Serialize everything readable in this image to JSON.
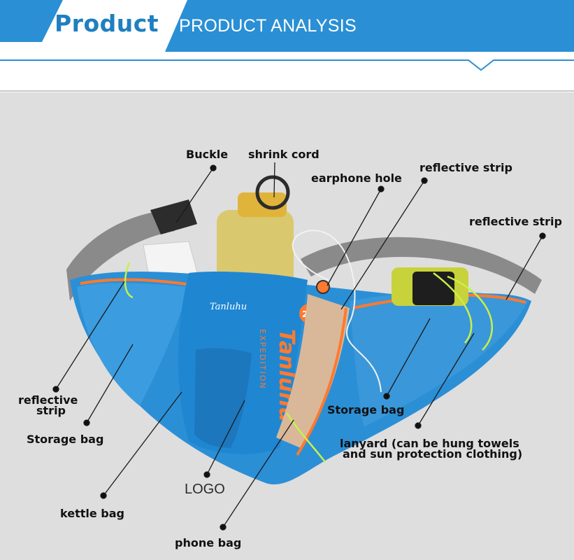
{
  "header": {
    "title": "Product",
    "subtitle": "PRODUCT ANALYSIS"
  },
  "labels": {
    "buckle": "Buckle",
    "shrink_cord": "shrink cord",
    "earphone_hole": "earphone hole",
    "reflective_strip_top": "reflective strip",
    "reflective_strip_right": "reflective strip",
    "reflective_strip_left_line1": "reflective",
    "reflective_strip_left_line2": "strip",
    "storage_bag_left": "Storage bag",
    "storage_bag_right": "Storage bag",
    "lanyard_line1": "lanyard (can be hung towels",
    "lanyard_line2": "and sun protection clothing)",
    "logo": "LOGO",
    "kettle_bag": "kettle bag",
    "phone_bag": "phone bag"
  },
  "product_print": {
    "brand": "Tanluhu",
    "capacity": "2L",
    "tagline": "EXPEDITION"
  },
  "colors": {
    "header_blue": "#2a8fd4",
    "header_dark": "#1f7fc0",
    "bag_blue": "#2b8fd6",
    "accent_orange": "#ff7a2e",
    "cord_lime": "#c8f04a",
    "strap_gray": "#8a8a8a",
    "background": "#dedede"
  }
}
